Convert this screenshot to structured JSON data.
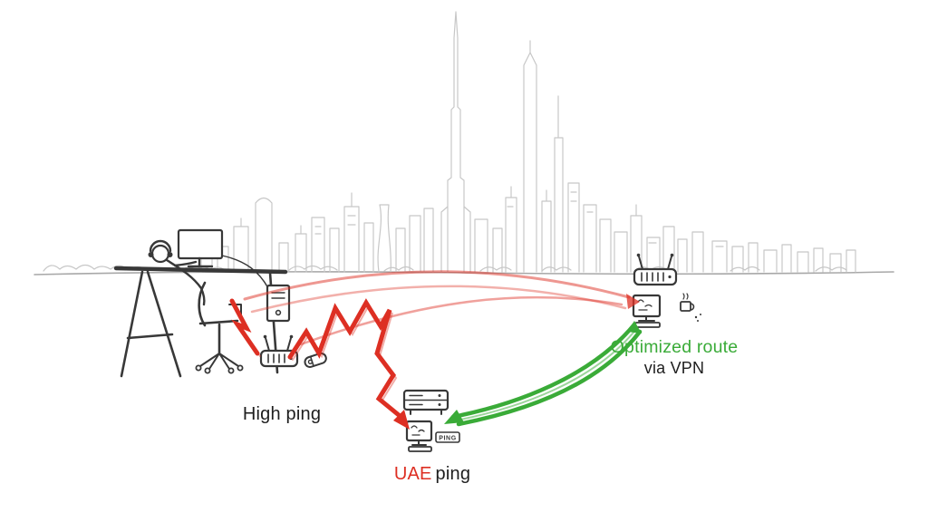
{
  "labels": {
    "high_ping": "High ping",
    "uae": "UAE",
    "ping_suffix": "ping",
    "optimized_route": "Optimized route",
    "via_vpn": "via VPN",
    "ping_badge": "PING"
  },
  "colors": {
    "background": "#ffffff",
    "high_ping_route": "#dd2f23",
    "optimized_route": "#3aab38",
    "sketch_light": "#c7c7c7",
    "sketch_dark": "#383838",
    "label_dark": "#1e1e1e"
  },
  "icons": {
    "router_a": "wifi-router-icon",
    "gadget": "capsule-device-icon",
    "game_server": "server-icon",
    "ping_computer": "computer-with-ping-icon",
    "router_b": "wifi-router-icon",
    "vpn_computer": "computer-icon",
    "coffee_cup": "coffee-cup-icon"
  }
}
